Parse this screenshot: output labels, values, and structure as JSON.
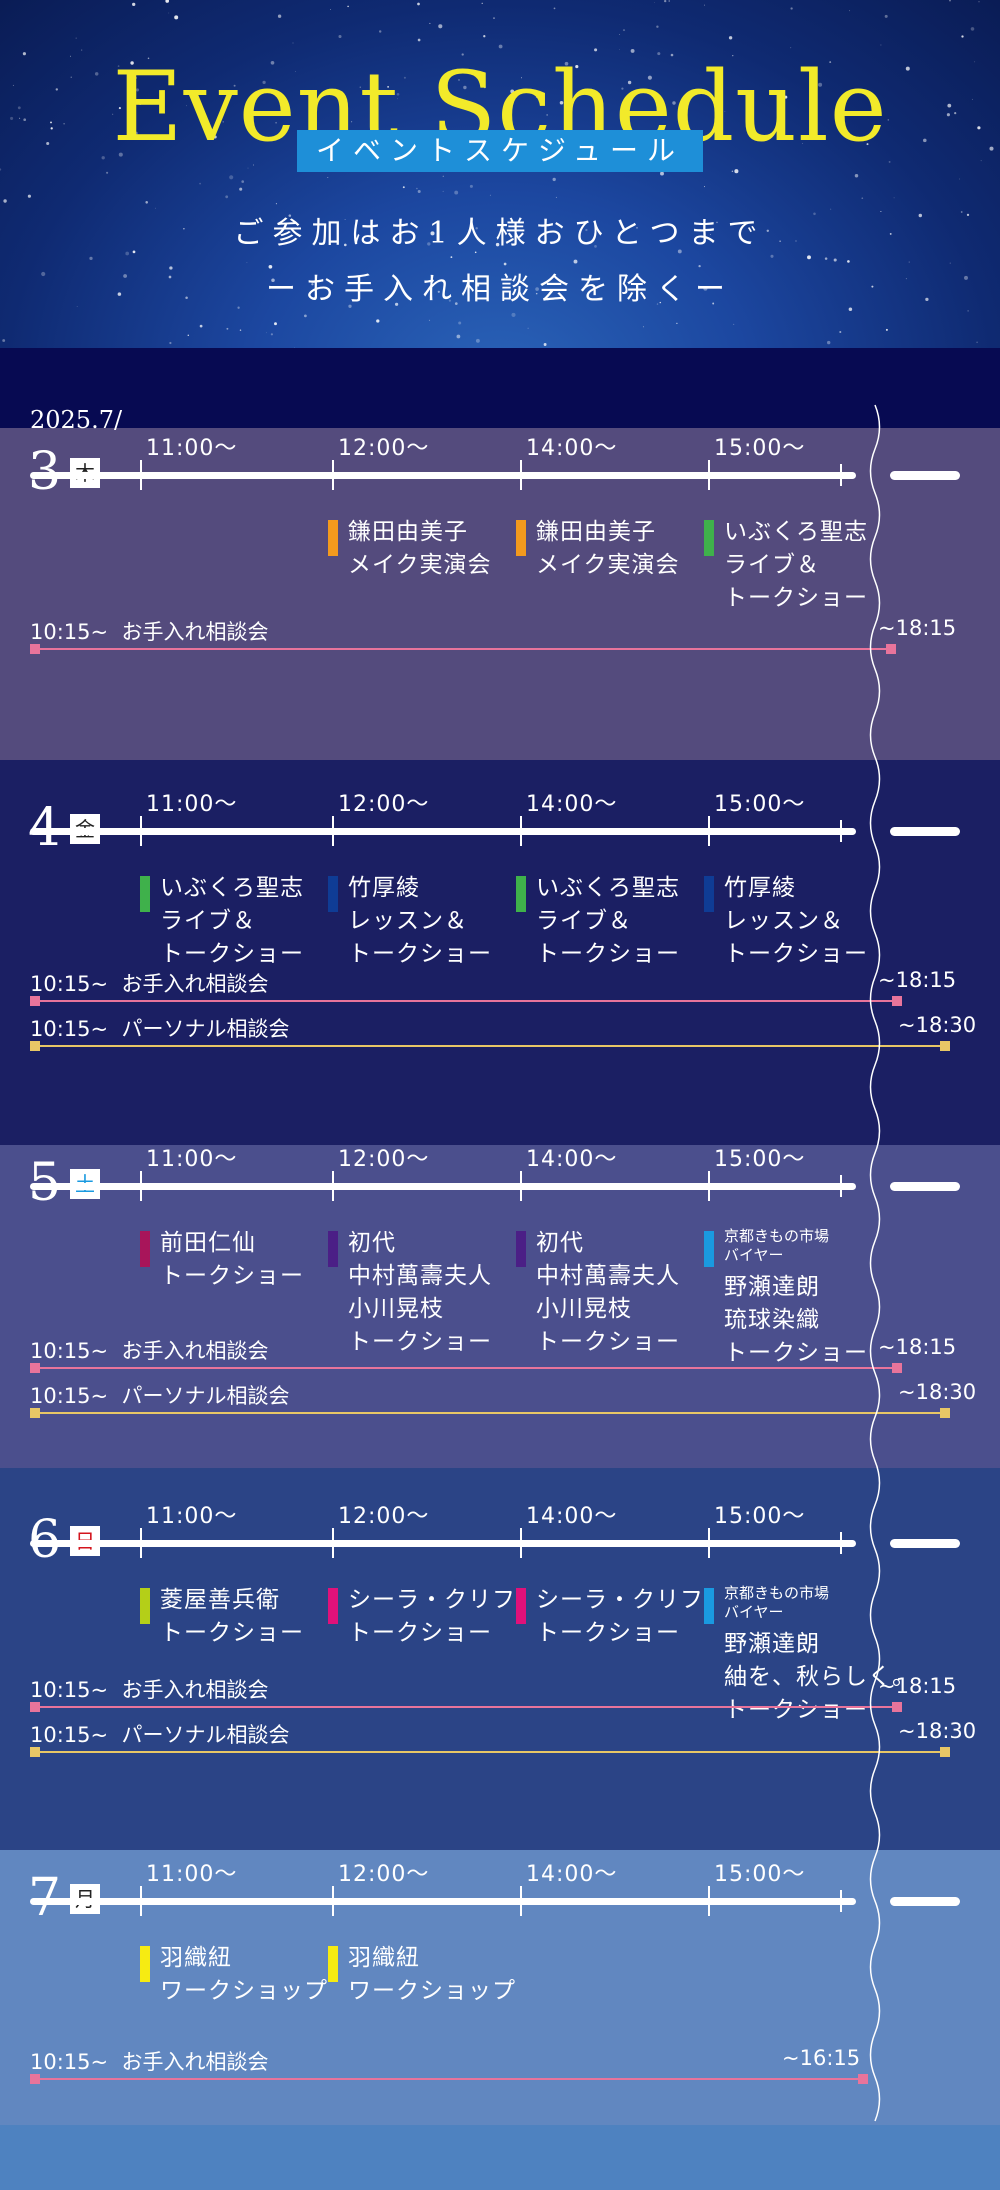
{
  "header": {
    "title": "Event Schedule",
    "subtitle": "イベントスケジュール",
    "note_line1": "ご参加はお1人様おひとつまで",
    "note_line2": "ーお手入れ相談会を除くー"
  },
  "year_month": "2025.7/",
  "times": [
    "11:00〜",
    "12:00〜",
    "14:00〜",
    "15:00〜"
  ],
  "colors": {
    "orange": "#f39a1e",
    "green": "#3fb14b",
    "navy": "#0f3c95",
    "crimson": "#a8155a",
    "purple": "#4b1f86",
    "sky": "#1a9ae0",
    "lime": "#b4cf18",
    "magenta": "#e0117a",
    "yellow": "#f6eb12",
    "consult_pink": "#e8749b",
    "personal_gold": "#e8c766"
  },
  "days": [
    {
      "day": "3",
      "weekday": "木",
      "weekday_color": "#222222",
      "bg": "#544b7d",
      "events": [
        {
          "slot": 1,
          "color": "#f39a1e",
          "text": "鎌田由美子\nメイク実演会"
        },
        {
          "slot": 2,
          "color": "#f39a1e",
          "text": "鎌田由美子\nメイク実演会"
        },
        {
          "slot": 3,
          "color": "#3fb14b",
          "text": "いぶくろ聖志\nライブ＆\nトークショー"
        }
      ],
      "consults": [
        {
          "label": "10:15~  お手入れ相談会",
          "end": "~18:15",
          "kind": "care"
        }
      ]
    },
    {
      "day": "4",
      "weekday": "金",
      "weekday_color": "#222222",
      "bg": "#1b1f63",
      "events": [
        {
          "slot": 0,
          "color": "#3fb14b",
          "text": "いぶくろ聖志\nライブ＆\nトークショー"
        },
        {
          "slot": 1,
          "color": "#0f3c95",
          "text": "竹厚綾\nレッスン＆\nトークショー"
        },
        {
          "slot": 2,
          "color": "#3fb14b",
          "text": "いぶくろ聖志\nライブ＆\nトークショー"
        },
        {
          "slot": 3,
          "color": "#0f3c95",
          "text": "竹厚綾\nレッスン＆\nトークショー"
        }
      ],
      "consults": [
        {
          "label": "10:15~  お手入れ相談会",
          "end": "~18:15",
          "kind": "care"
        },
        {
          "label": "10:15~  パーソナル相談会",
          "end": "~18:30",
          "kind": "personal"
        }
      ]
    },
    {
      "day": "5",
      "weekday": "土",
      "weekday_color": "#1a9ae0",
      "bg": "#4b4f8d",
      "events": [
        {
          "slot": 0,
          "color": "#a8155a",
          "text": "前田仁仙\nトークショー"
        },
        {
          "slot": 1,
          "color": "#4b1f86",
          "text": "初代\n中村萬壽夫人\n小川晃枝\nトークショー"
        },
        {
          "slot": 2,
          "color": "#4b1f86",
          "text": "初代\n中村萬壽夫人\n小川晃枝\nトークショー"
        },
        {
          "slot": 3,
          "color": "#1a9ae0",
          "small": "京都きもの市場\nバイヤー",
          "text": "野瀬達朗\n琉球染織\nトークショー"
        }
      ],
      "consults": [
        {
          "label": "10:15~  お手入れ相談会",
          "end": "~18:15",
          "kind": "care"
        },
        {
          "label": "10:15~  パーソナル相談会",
          "end": "~18:30",
          "kind": "personal"
        }
      ]
    },
    {
      "day": "6",
      "weekday": "日",
      "weekday_color": "#d3141d",
      "bg": "#2b4486",
      "events": [
        {
          "slot": 0,
          "color": "#b4cf18",
          "text": "菱屋善兵衛\nトークショー"
        },
        {
          "slot": 1,
          "color": "#e0117a",
          "text": "シーラ・クリフ\nトークショー"
        },
        {
          "slot": 2,
          "color": "#e0117a",
          "text": "シーラ・クリフ\nトークショー"
        },
        {
          "slot": 3,
          "color": "#1a9ae0",
          "small": "京都きもの市場\nバイヤー",
          "text": "野瀬達朗\n紬を、秋らしく。\nトークショー"
        }
      ],
      "consults": [
        {
          "label": "10:15~  お手入れ相談会",
          "end": "~18:15",
          "kind": "care"
        },
        {
          "label": "10:15~  パーソナル相談会",
          "end": "~18:30",
          "kind": "personal"
        }
      ]
    },
    {
      "day": "7",
      "weekday": "月",
      "weekday_color": "#222222",
      "bg": "#6187c0",
      "events": [
        {
          "slot": 0,
          "color": "#f6eb12",
          "text": "羽織紐\nワークショップ"
        },
        {
          "slot": 1,
          "color": "#f6eb12",
          "text": "羽織紐\nワークショップ"
        }
      ],
      "consults": [
        {
          "label": "10:15~  お手入れ相談会",
          "end": "~16:15",
          "kind": "care_short"
        }
      ]
    }
  ]
}
